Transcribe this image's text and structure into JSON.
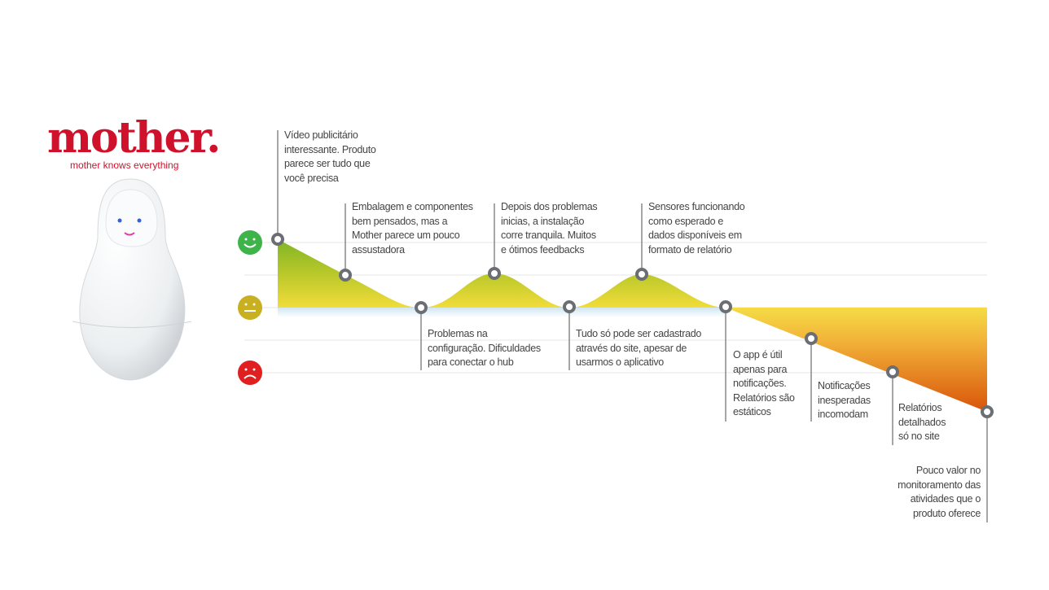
{
  "brand": {
    "name": "mother.",
    "tagline": "mother knows everything",
    "color": "#d0112b"
  },
  "sentiment_icons": [
    {
      "name": "happy-face-icon",
      "color": "#3db34a"
    },
    {
      "name": "neutral-face-icon",
      "color": "#c8b020"
    },
    {
      "name": "sad-face-icon",
      "color": "#e02020"
    }
  ],
  "notes": [
    "Vídeo publicitário\ninteressante. Produto\nparece ser tudo que\nvocê precisa",
    "Embalagem e componentes\nbem pensados, mas a\nMother parece um pouco\nassustadora",
    "Problemas na\nconfiguração. Dificuldades\npara conectar o hub",
    "Depois dos problemas\ninicias, a instalação\ncorre tranquila. Muitos\ne ótimos feedbacks",
    "Tudo só pode ser cadastrado\natravés do site, apesar de\nusarmos o aplicativo",
    "Sensores funcionando\ncomo esperado e\ndados disponíveis em\nformato de relatório",
    "O app é útil\napenas para\nnotificações.\nRelatórios são\nestáticos",
    "Notificações\ninesperadas\nincomodam",
    "Relatórios\ndetalhados\nsó no site",
    "Pouco valor no\nmonitoramento das\natividades que o\nproduto oferece"
  ]
}
